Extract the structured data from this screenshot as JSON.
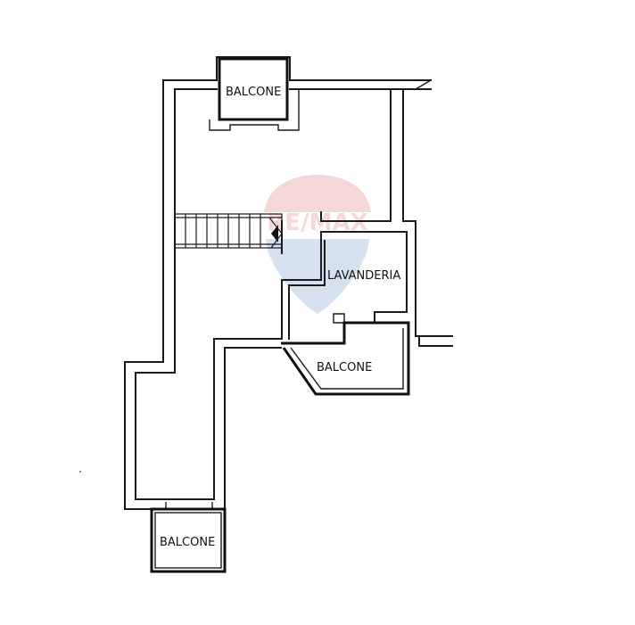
{
  "rooms": [
    {
      "id": "balcone-top",
      "label": "BALCONE"
    },
    {
      "id": "lavanderia",
      "label": "LAVANDERIA"
    },
    {
      "id": "balcone-middle",
      "label": "BALCONE"
    },
    {
      "id": "balcone-bottom",
      "label": "BALCONE"
    }
  ],
  "watermark": {
    "text": "RE/MAX",
    "colors": {
      "red": "#d22630",
      "blue": "#1b5fa8"
    }
  },
  "colors": {
    "walls": "#1a1a1a",
    "background": "#ffffff"
  }
}
